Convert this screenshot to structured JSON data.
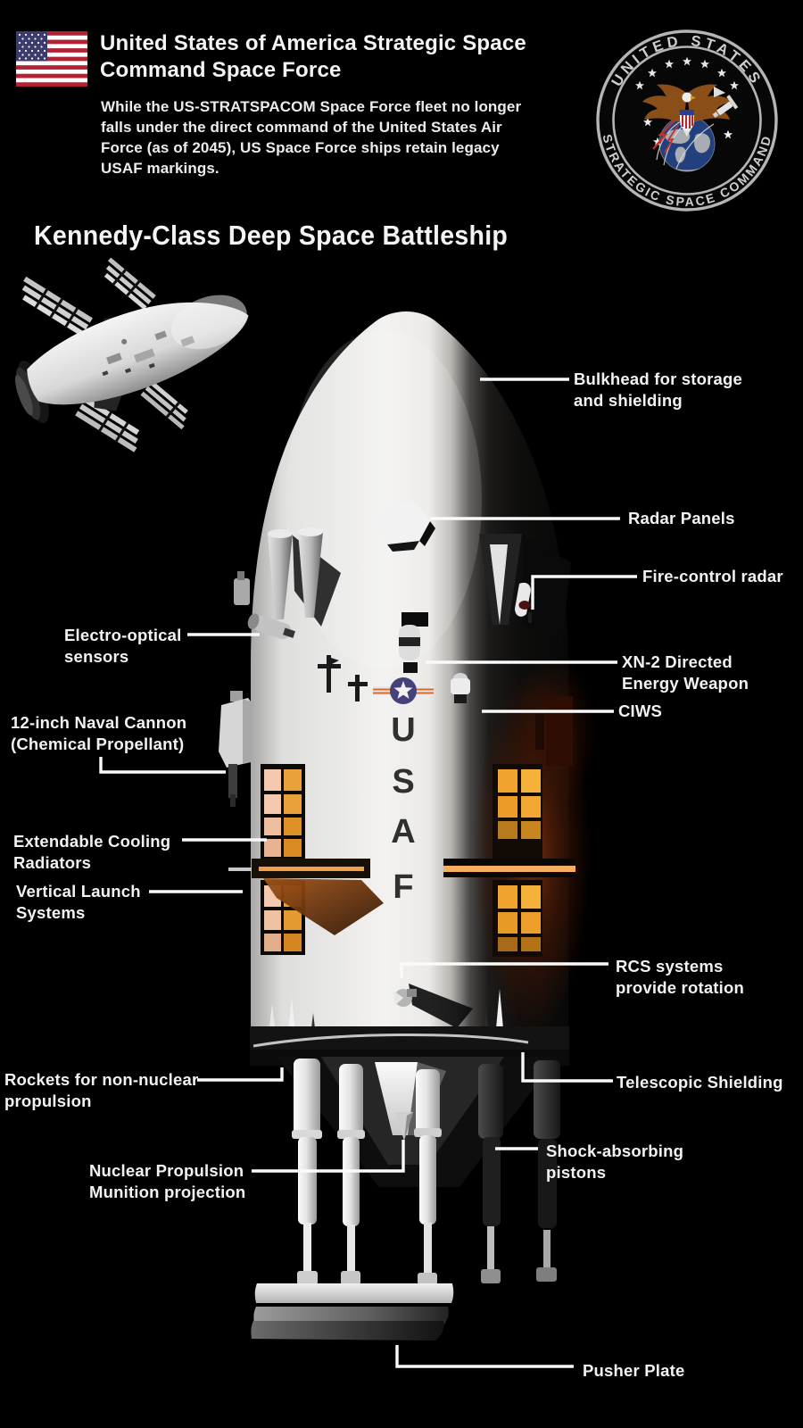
{
  "header": {
    "flag": "us-flag",
    "title_lines": [
      "United States of America Strategic Space",
      "Command Space Force"
    ],
    "description": "While the US-STRATSPACOM Space Force fleet no longer falls under the direct command of the United States Air Force (as of 2045), US Space Force ships retain legacy USAF markings.",
    "seal": {
      "name": "strategic-space-command-seal",
      "top_text": "UNITED STATES",
      "bottom_text": "STRATEGIC SPACE COMMAND"
    }
  },
  "diagram": {
    "heading": "Kennedy-Class Deep Space Battleship",
    "hull_letters": [
      "U",
      "S",
      "A",
      "F"
    ],
    "labels": {
      "bulkhead": {
        "lines": [
          "Bulkhead for storage",
          "and shielding"
        ]
      },
      "radar_panels": {
        "lines": [
          "Radar Panels"
        ]
      },
      "fire_control_radar": {
        "lines": [
          "Fire-control radar"
        ]
      },
      "xn2": {
        "lines": [
          "XN-2 Directed",
          "Energy Weapon"
        ]
      },
      "ciws": {
        "lines": [
          "CIWS"
        ]
      },
      "electro_optical": {
        "lines": [
          "Electro-optical",
          "sensors"
        ]
      },
      "naval_cannon": {
        "lines": [
          "12-inch Naval Cannon",
          "(Chemical Propellant)"
        ]
      },
      "cooling_radiators": {
        "lines": [
          "Extendable Cooling",
          "Radiators"
        ]
      },
      "vls": {
        "lines": [
          "Vertical Launch",
          "Systems"
        ]
      },
      "rcs": {
        "lines": [
          "RCS systems",
          "provide rotation"
        ]
      },
      "telescopic_shielding": {
        "lines": [
          "Telescopic Shielding"
        ]
      },
      "rockets_non_nuclear": {
        "lines": [
          "Rockets for non-nuclear",
          "propulsion"
        ]
      },
      "nuclear_propulsion": {
        "lines": [
          "Nuclear Propulsion",
          "Munition projection"
        ]
      },
      "shock_pistons": {
        "lines": [
          "Shock-absorbing",
          "pistons"
        ]
      },
      "pusher_plate": {
        "lines": [
          "Pusher Plate"
        ]
      }
    }
  },
  "colors": {
    "background": "#000000",
    "label_text": "#f2f2f2",
    "radiator_orange": "#efa135",
    "radiator_pale": "#f3cab0",
    "glow_maroon": "#5e1e07",
    "roundel_blue": "#45417a",
    "seal_ring_gray": "#b5b5b5"
  }
}
